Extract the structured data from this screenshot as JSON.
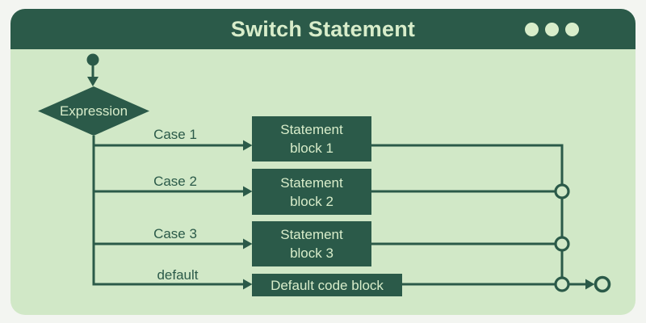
{
  "header": {
    "title": "Switch Statement"
  },
  "colors": {
    "dark_green": "#2b5a49",
    "light_green_bg": "#d1e8c7",
    "page_bg": "#f3f5f1",
    "light_text": "#d8edca"
  },
  "flowchart": {
    "decision_label": "Expression",
    "branches": [
      {
        "label": "Case 1",
        "block_lines": [
          "Statement",
          "block 1"
        ]
      },
      {
        "label": "Case 2",
        "block_lines": [
          "Statement",
          "block 2"
        ]
      },
      {
        "label": "Case 3",
        "block_lines": [
          "Statement",
          "block 3"
        ]
      },
      {
        "label": "default",
        "block_lines": [
          "Default code block"
        ]
      }
    ]
  }
}
